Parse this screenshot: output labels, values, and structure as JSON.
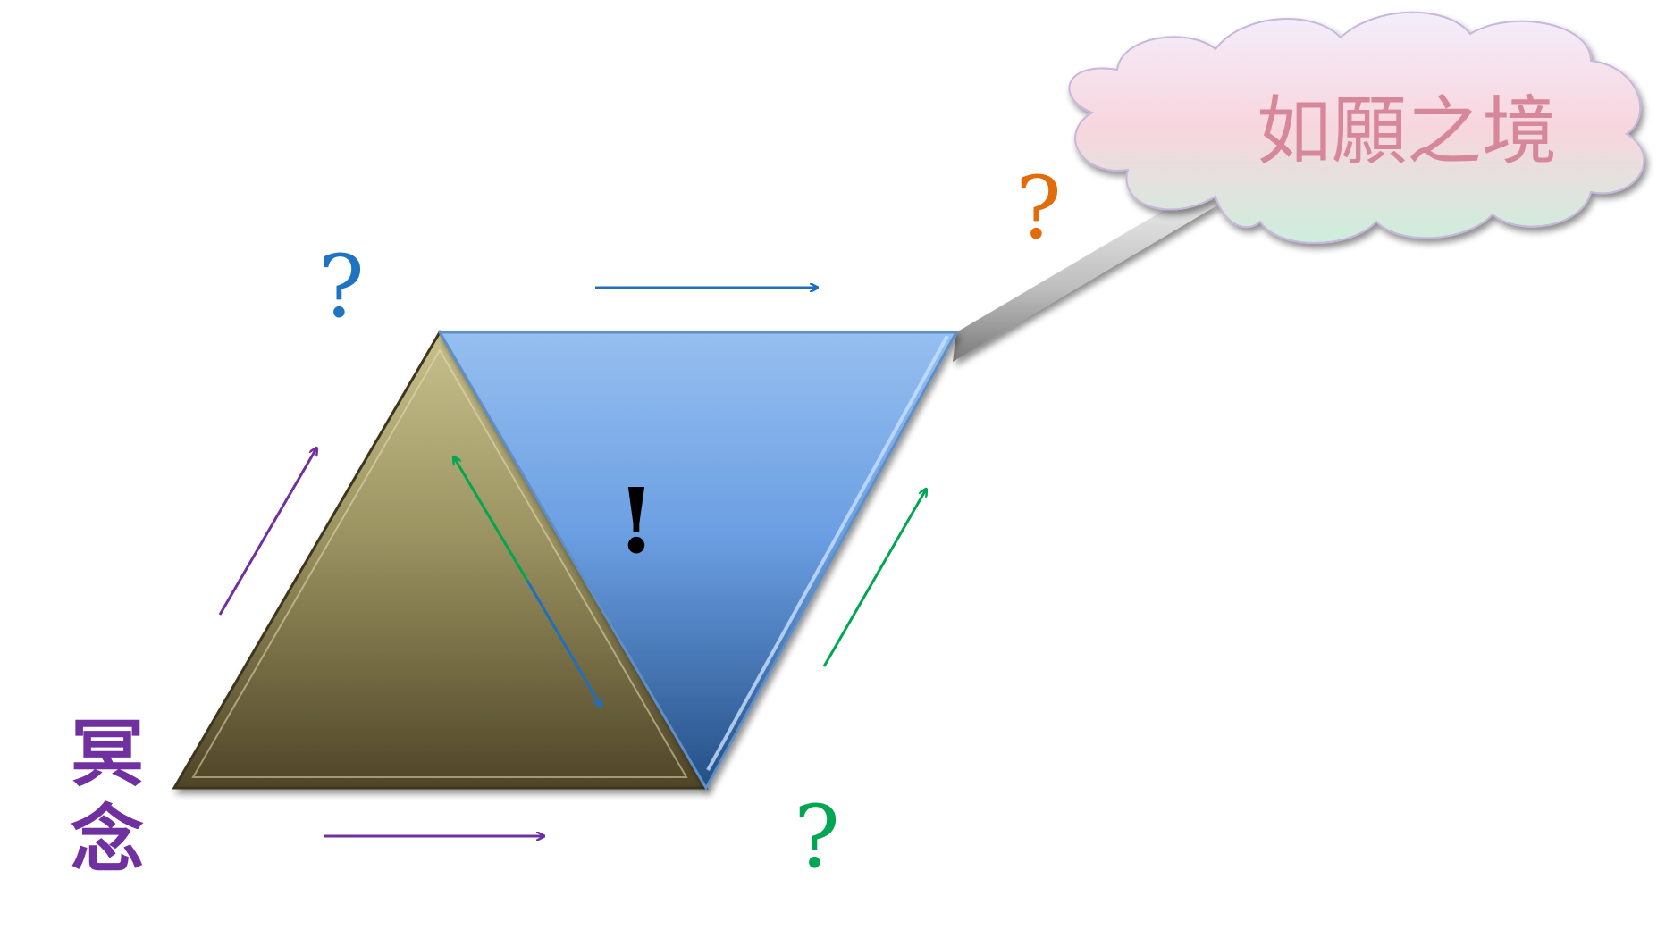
{
  "left_label": {
    "line1": "冥",
    "line2": "念",
    "color": "#7030a0"
  },
  "cloud_label": {
    "text": "如願之境",
    "color": "#d6879a"
  },
  "marks": {
    "question_left": {
      "text": "?",
      "color": "#1f74c2"
    },
    "question_top_right": {
      "text": "?",
      "color": "#e36c0a"
    },
    "question_bottom": {
      "text": "?",
      "color": "#00a651"
    },
    "exclamation_center": {
      "text": "!",
      "color": "#000000"
    }
  },
  "colors": {
    "olive_triangle_top": "#c8c08c",
    "olive_triangle_bottom": "#4f4528",
    "blue_triangle_top": "#96bff0",
    "blue_triangle_bottom": "#244f86",
    "arrow_purple": "#7030a0",
    "arrow_blue": "#1f6fbf",
    "arrow_green": "#00a651",
    "cloud_top": "#f4f0fb",
    "cloud_bottom": "#cdeedd",
    "beam": "#a9a9a9"
  }
}
